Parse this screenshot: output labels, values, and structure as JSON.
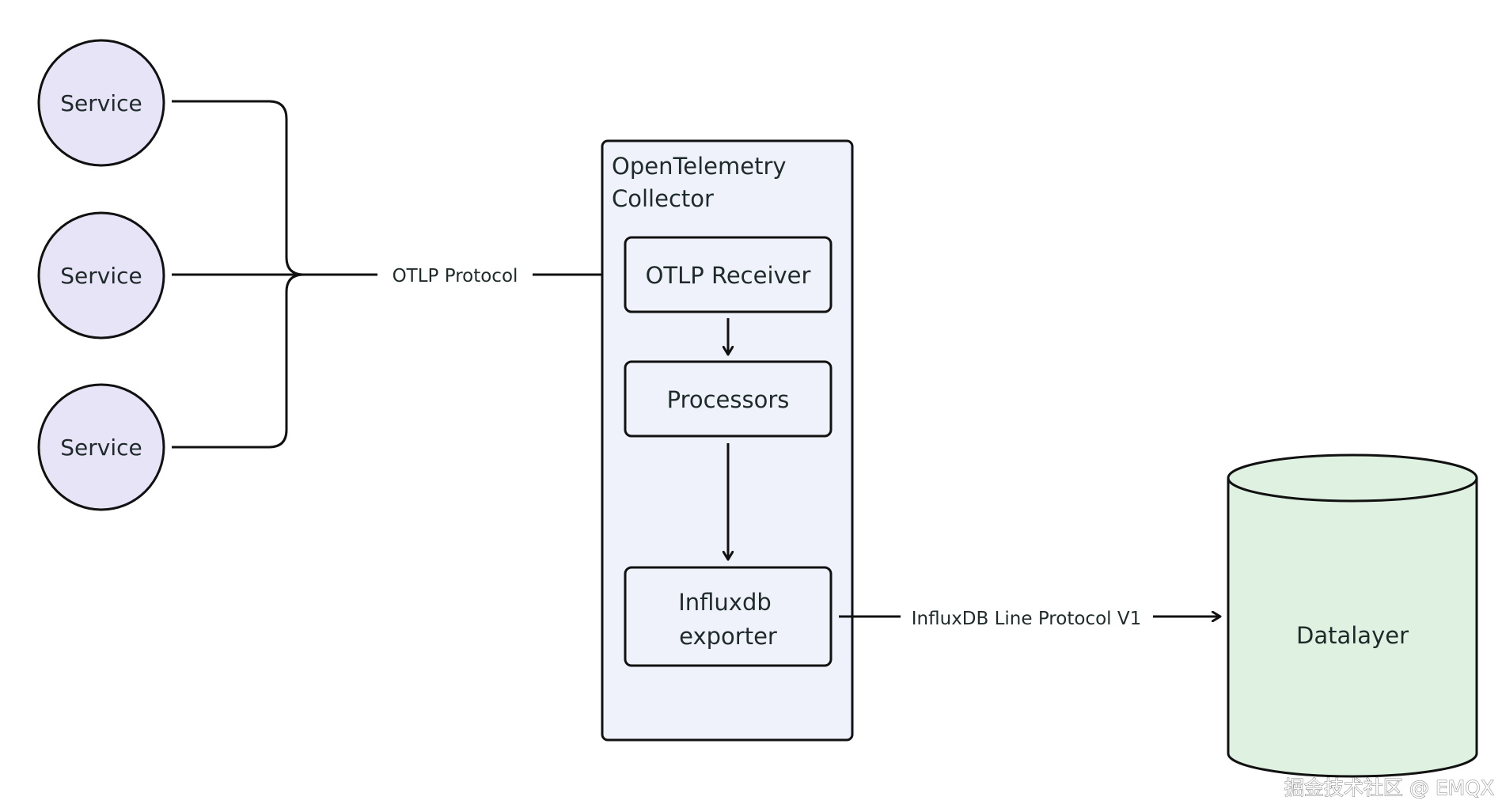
{
  "services": [
    {
      "label": "Service"
    },
    {
      "label": "Service"
    },
    {
      "label": "Service"
    }
  ],
  "edges": {
    "otlp_label": "OTLP Protocol",
    "influx_label": "InfluxDB Line Protocol V1"
  },
  "collector": {
    "title_line1": "OpenTelemetry",
    "title_line2": "Collector",
    "receiver": "OTLP Receiver",
    "processors": "Processors",
    "exporter_line1": "Influxdb",
    "exporter_line2": "exporter"
  },
  "datastore": {
    "label": "Datalayer"
  },
  "watermark": "掘金技术社区 @ EMQX",
  "colors": {
    "service_fill": "#e8e4f8",
    "collector_fill": "#eff2fb",
    "datastore_fill": "#dff2e2",
    "stroke": "#111111",
    "text": "#1f2a2a"
  }
}
